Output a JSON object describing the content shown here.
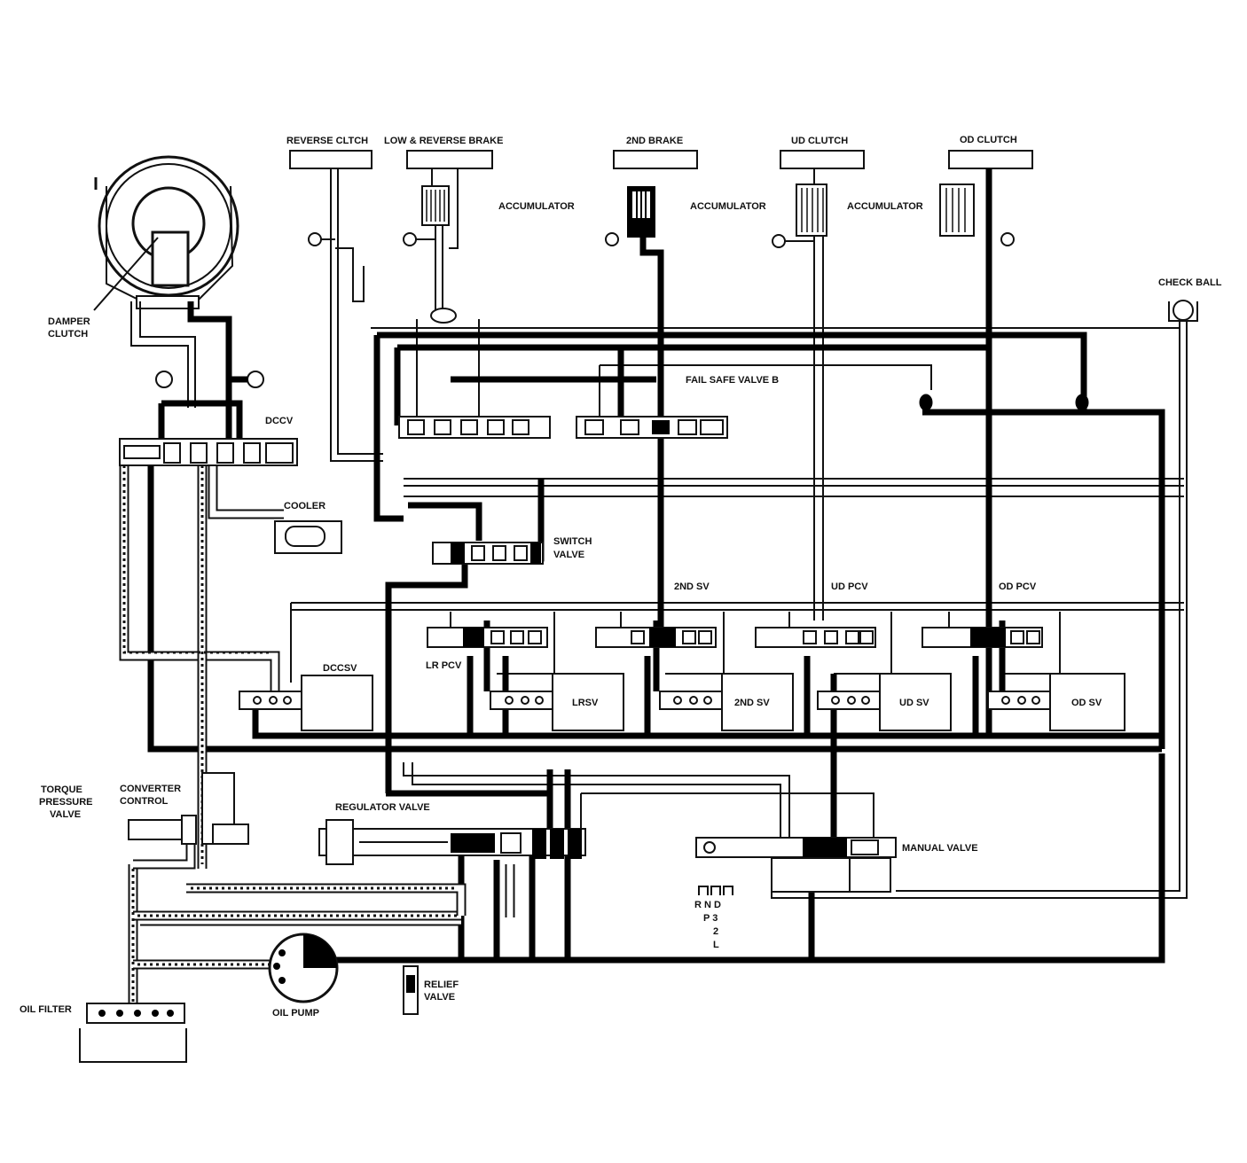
{
  "components": {
    "reverse_clutch": "REVERSE CLTCH",
    "low_reverse_brake": "LOW & REVERSE BRAKE",
    "second_brake": "2ND BRAKE",
    "ud_clutch": "UD CLUTCH",
    "od_clutch": "OD CLUTCH",
    "accumulator_1": "ACCUMULATOR",
    "accumulator_2": "ACCUMULATOR",
    "accumulator_3": "ACCUMULATOR",
    "check_ball": "CHECK BALL",
    "damper_clutch_line1": "DAMPER",
    "damper_clutch_line2": "CLUTCH",
    "dccv": "DCCV",
    "fail_safe_valve_b": "FAIL SAFE VALVE B",
    "cooler": "COOLER",
    "switch_valve_line1": "SWITCH",
    "switch_valve_line2": "VALVE",
    "second_sv_top": "2ND SV",
    "ud_pcv": "UD PCV",
    "od_pcv": "OD PCV",
    "lr_pcv": "LR PCV",
    "dccsv": "DCCSV",
    "lrsv": "LRSV",
    "second_sv": "2ND SV",
    "ud_sv": "UD SV",
    "od_sv": "OD SV",
    "torque_pressure_line1": "TORQUE",
    "torque_pressure_line2": "PRESSURE",
    "torque_pressure_line3": "VALVE",
    "converter_control_line1": "CONVERTER",
    "converter_control_line2": "CONTROL",
    "regulator_valve": "REGULATOR VALVE",
    "manual_valve": "MANUAL VALVE",
    "relief_valve_line1": "RELIEF",
    "relief_valve_line2": "VALVE",
    "oil_pump": "OIL PUMP",
    "oil_filter": "OIL FILTER"
  },
  "gear_positions": {
    "line1": "R N D",
    "line2": "P 3",
    "line3": "2",
    "line4": "L"
  }
}
